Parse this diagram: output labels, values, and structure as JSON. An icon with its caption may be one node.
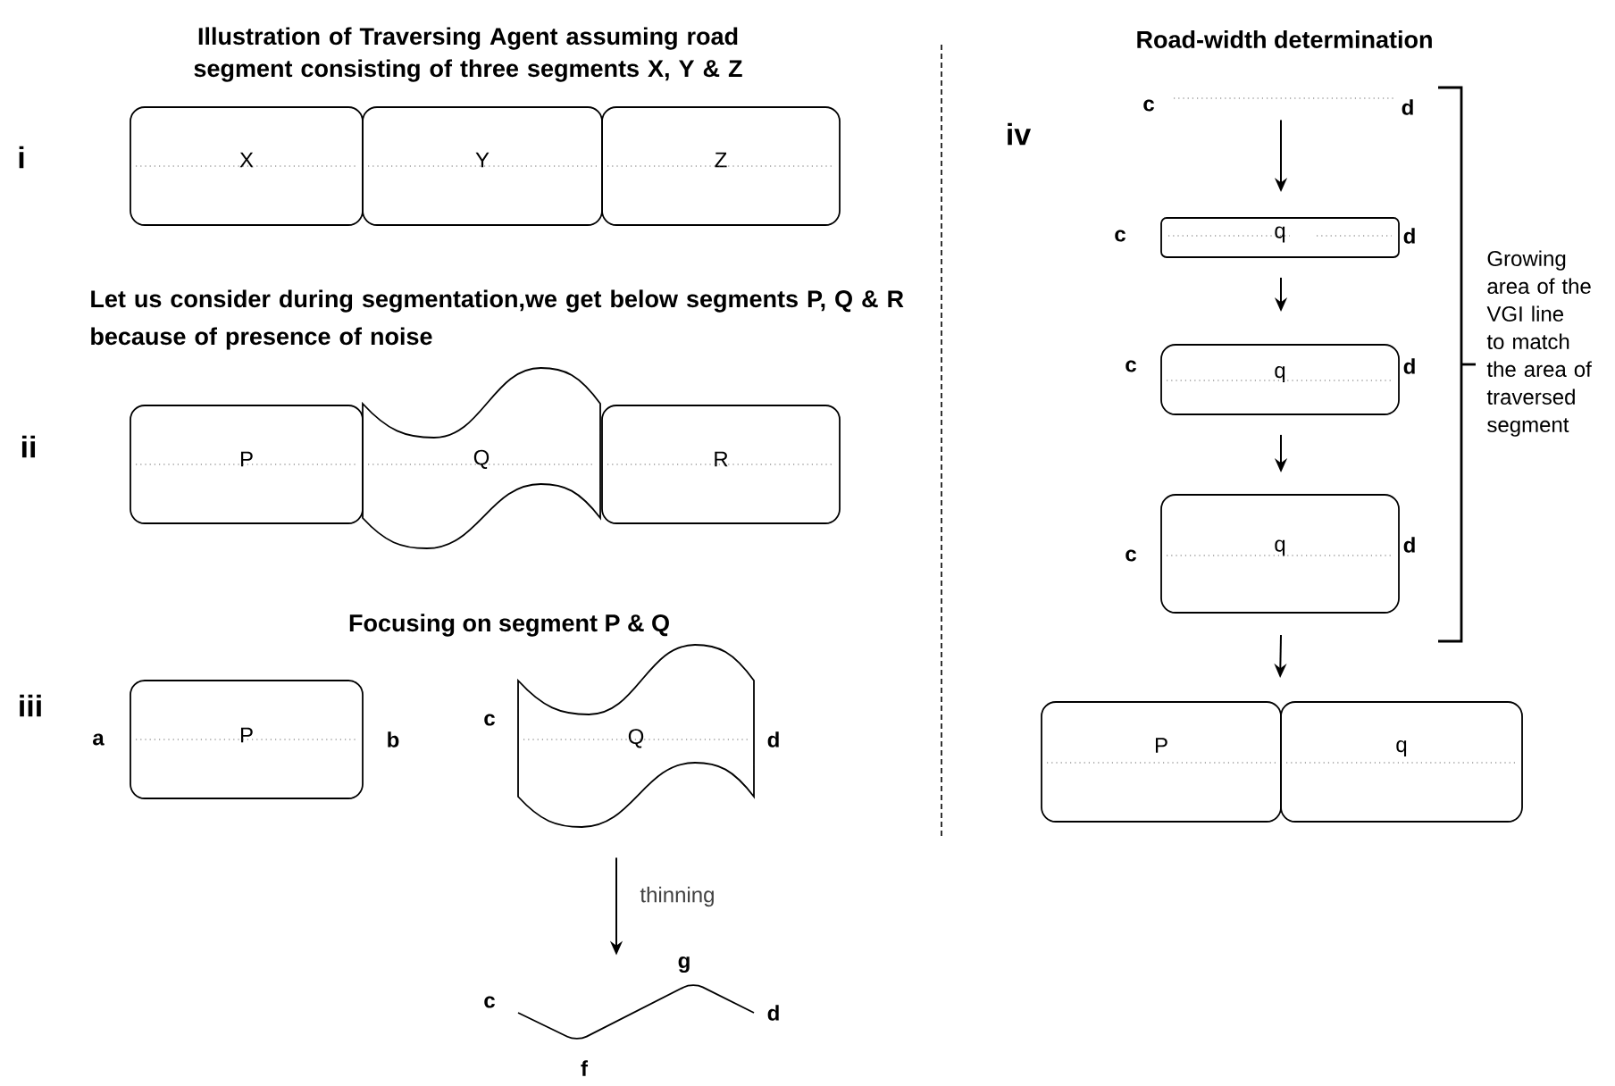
{
  "diagram": {
    "nodes": [
      {
        "text": [
          "X"
        ]
      },
      {
        "text": [
          "Y"
        ]
      },
      {
        "text": [
          "Z"
        ]
      },
      {
        "text": [
          "P"
        ]
      },
      {
        "text": [
          "Q"
        ]
      },
      {
        "text": [
          "R"
        ]
      },
      {
        "text": [
          "P"
        ],
        "beside": [
          "a",
          "b"
        ]
      },
      {
        "text": [
          "Q"
        ],
        "beside": [
          "c",
          "d"
        ]
      },
      {
        "text": [],
        "shape": "polyline",
        "beside": [
          "c",
          "g",
          "d",
          "f"
        ]
      },
      {
        "text": [],
        "shape": "line",
        "beside": [
          "c",
          "d"
        ]
      },
      {
        "text": [
          "q"
        ],
        "beside": [
          "c",
          "d"
        ]
      },
      {
        "text": [
          "q"
        ],
        "beside": [
          "c",
          "d"
        ]
      },
      {
        "text": [
          "q"
        ],
        "beside": [
          "c",
          "d"
        ]
      },
      {
        "text": [
          "P"
        ]
      },
      {
        "text": [
          "q"
        ]
      }
    ],
    "edges": [
      {
        "from": 7,
        "to": 8,
        "arrow": "to",
        "label": "thinning"
      },
      {
        "from": 9,
        "to": 10,
        "arrow": "to"
      },
      {
        "from": 10,
        "to": 11,
        "arrow": "to"
      },
      {
        "from": 11,
        "to": 12,
        "arrow": "to"
      },
      {
        "from": 12,
        "to": 14,
        "arrow": "to"
      }
    ],
    "labels": [
      "Illustration of Traversing Agent assuming road segment consisting of three segments X, Y & Z",
      "i",
      "Let us consider during segmentation,we get below segments P, Q & R because of presence of noise",
      "ii",
      "Focusing on segment P & Q",
      "iii",
      "Road-width determination",
      "iv",
      "Growing area of the VGI line to match the area of traversed segment"
    ]
  }
}
